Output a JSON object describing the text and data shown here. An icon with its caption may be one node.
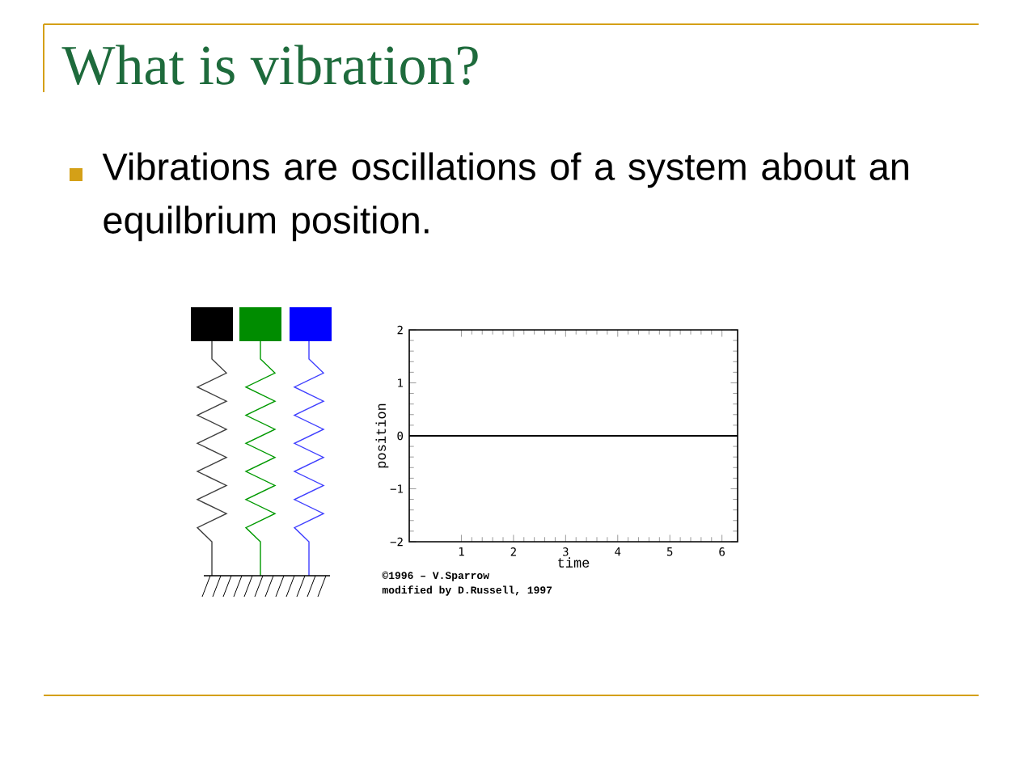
{
  "diagram": {
    "title": "What is vibration?",
    "labels": [
      "Vibrations are oscillations of a system about an equilbrium position.",
      "©1996 – V.Sparrow",
      "modified by D.Russell, 1997"
    ],
    "chart_data": {
      "type": "line",
      "xlabel": "time",
      "ylabel": "position",
      "x": [
        0,
        6.3
      ],
      "xlim": [
        0,
        6.3
      ],
      "ylim": [
        -2,
        2
      ],
      "xticks": [
        1,
        2,
        3,
        4,
        5,
        6
      ],
      "yticks": [
        -2,
        -1,
        0,
        1,
        2
      ],
      "series": [
        {
          "color": "#000000",
          "values": [
            0,
            0
          ]
        }
      ]
    }
  }
}
